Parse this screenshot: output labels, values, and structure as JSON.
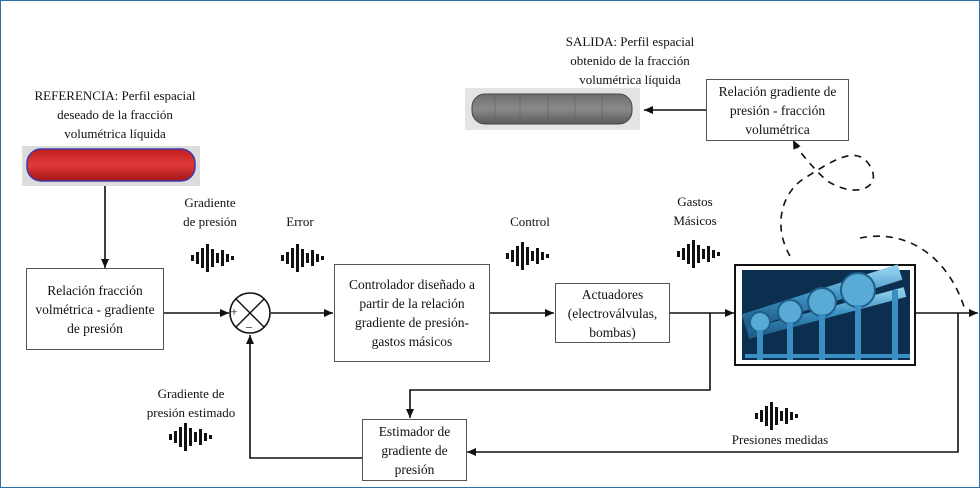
{
  "reference_label": "REFERENCIA: Perfil espacial\ndeseado de la fracción\nvolumétrica líquida",
  "output_label": "SALIDA: Perfil espacial\nobtenido de la fracción\nvolumétrica líquida",
  "boxes": {
    "relacion_fraccion": "Relación fracción\nvolmétrica - gradiente\nde presión",
    "controlador": "Controlador diseñado a\npartir de la relación\ngradiente de presión-\ngastos másicos",
    "actuadores": "Actuadores\n(electroválvulas,\nbombas)",
    "relacion_gradiente": "Relación gradiente de\npresión - fracción\nvolumétrica",
    "estimador": "Estimador de\ngradiente de\npresión"
  },
  "signals": {
    "gradiente_presion": "Gradiente\nde presión",
    "error": "Error",
    "control": "Control",
    "gastos_masicos": "Gastos\nMásicos",
    "gradiente_estimado": "Gradiente de\npresión estimado",
    "presiones_medidas": "Presiones medidas"
  },
  "summing_junction": {
    "plus": "+",
    "minus": "−"
  },
  "colors": {
    "frame": "#2f6fa8",
    "pipe_blue": "#3a8fc2",
    "reference_red": "#d02a2a"
  },
  "icons": [
    "waveform-icon",
    "pipeline-plant-image",
    "reference-profile-image",
    "output-profile-image"
  ]
}
